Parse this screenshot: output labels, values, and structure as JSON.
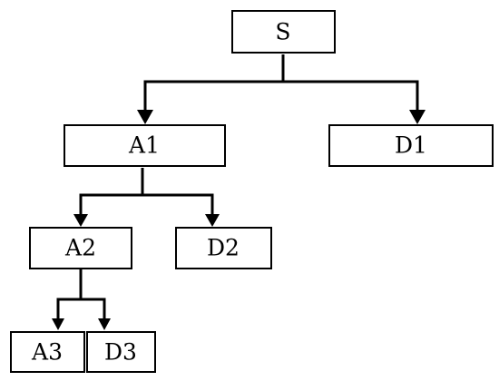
{
  "diagram": {
    "type": "tree",
    "nodes": [
      {
        "id": "S",
        "label": "S"
      },
      {
        "id": "A1",
        "label": "A1"
      },
      {
        "id": "D1",
        "label": "D1"
      },
      {
        "id": "A2",
        "label": "A2"
      },
      {
        "id": "D2",
        "label": "D2"
      },
      {
        "id": "A3",
        "label": "A3"
      },
      {
        "id": "D3",
        "label": "D3"
      }
    ],
    "edges": [
      {
        "from": "S",
        "to": "A1"
      },
      {
        "from": "S",
        "to": "D1"
      },
      {
        "from": "A1",
        "to": "A2"
      },
      {
        "from": "A1",
        "to": "D2"
      },
      {
        "from": "A2",
        "to": "A3"
      },
      {
        "from": "A2",
        "to": "D3"
      }
    ]
  }
}
